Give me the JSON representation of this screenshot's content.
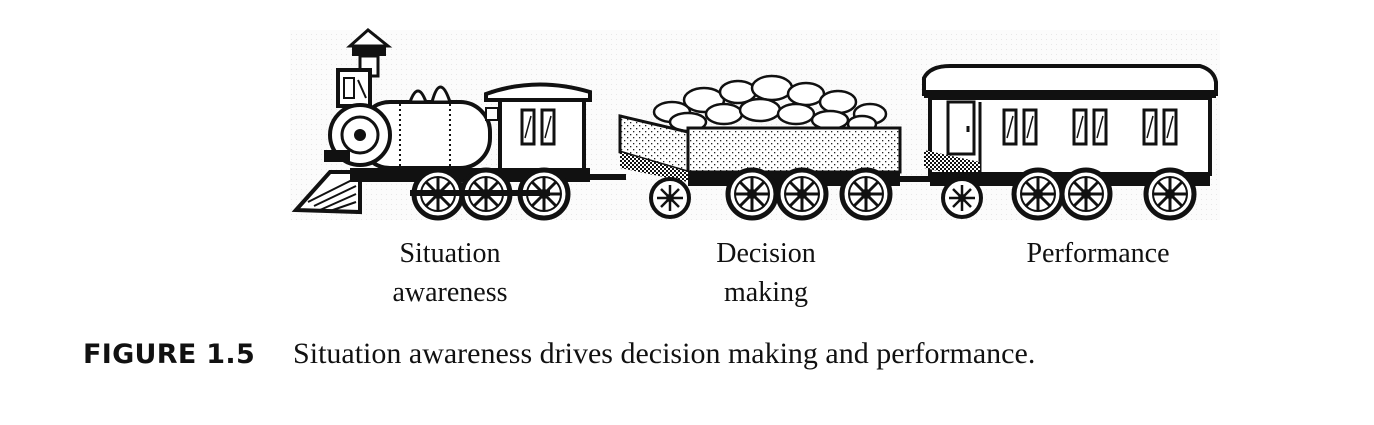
{
  "labels": {
    "engine": [
      "Situation",
      "awareness"
    ],
    "tender": [
      "Decision",
      "making"
    ],
    "coach": [
      "Performance"
    ]
  },
  "caption": {
    "number": "FIGURE 1.5",
    "text": "Situation awareness drives decision making and performance."
  }
}
